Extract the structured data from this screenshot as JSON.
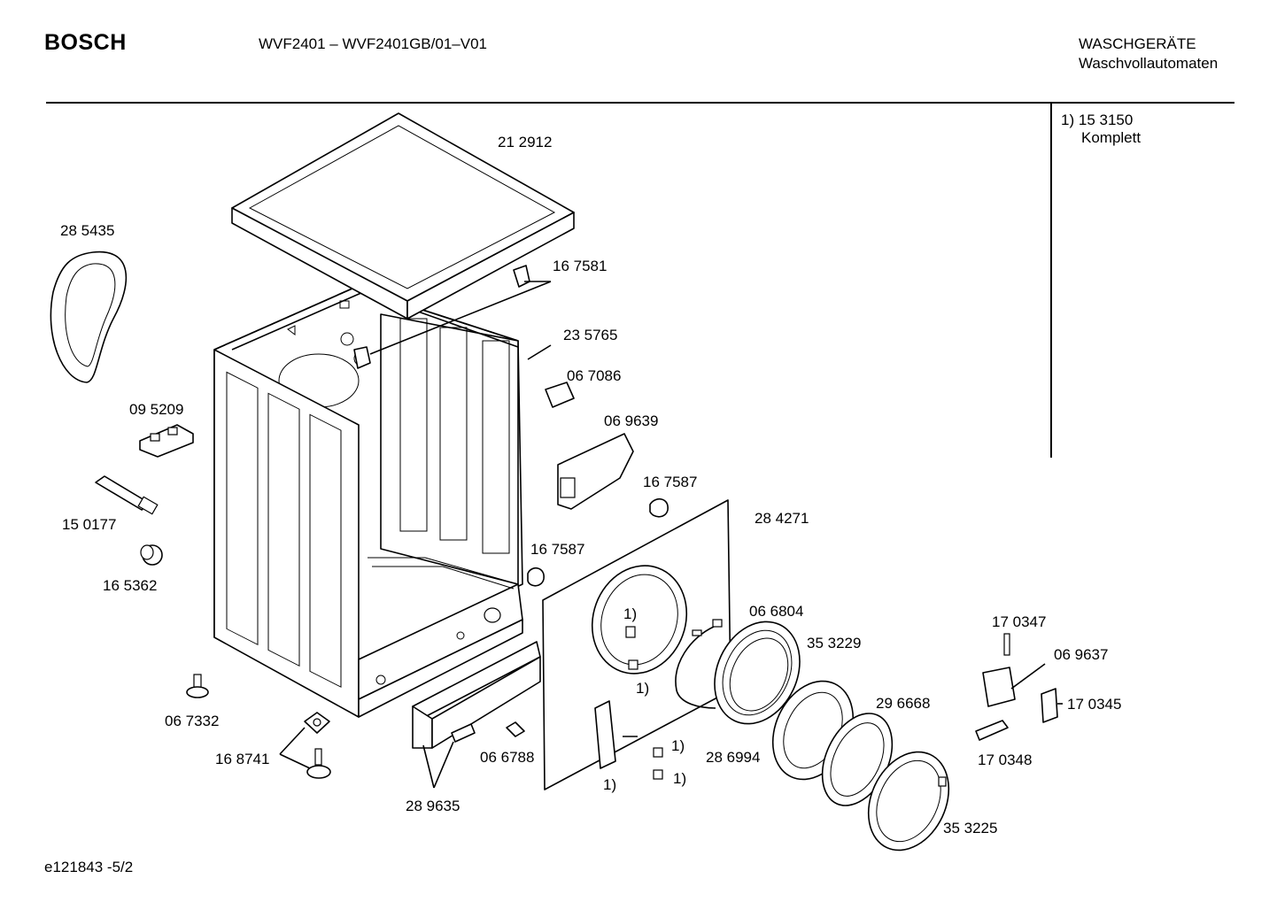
{
  "header": {
    "brand": "BOSCH",
    "model": "WVF2401 – WVF2401GB/01–V01",
    "category": "WASCHGERÄTE",
    "subcategory": "Waschvollautomaten"
  },
  "note": {
    "marker": "1)",
    "part_number": "15 3150",
    "text": "Komplett"
  },
  "footer": "e121843  -5/2",
  "parts": [
    "21 2912",
    "28 5435",
    "16 7581",
    "23 5765",
    "06 7086",
    "09 5209",
    "06 9639",
    "15 0177",
    "16 7587",
    "16 7587",
    "28 4271",
    "16 5362",
    "06 6804",
    "35 3229",
    "17 0347",
    "06 9637",
    "29 6668",
    "17 0345",
    "06 7332",
    "16 8741",
    "06 6788",
    "28 6994",
    "17 0348",
    "28 9635",
    "35 3225"
  ],
  "markers": [
    "1)",
    "1)",
    "1)",
    "1)",
    "1)"
  ]
}
